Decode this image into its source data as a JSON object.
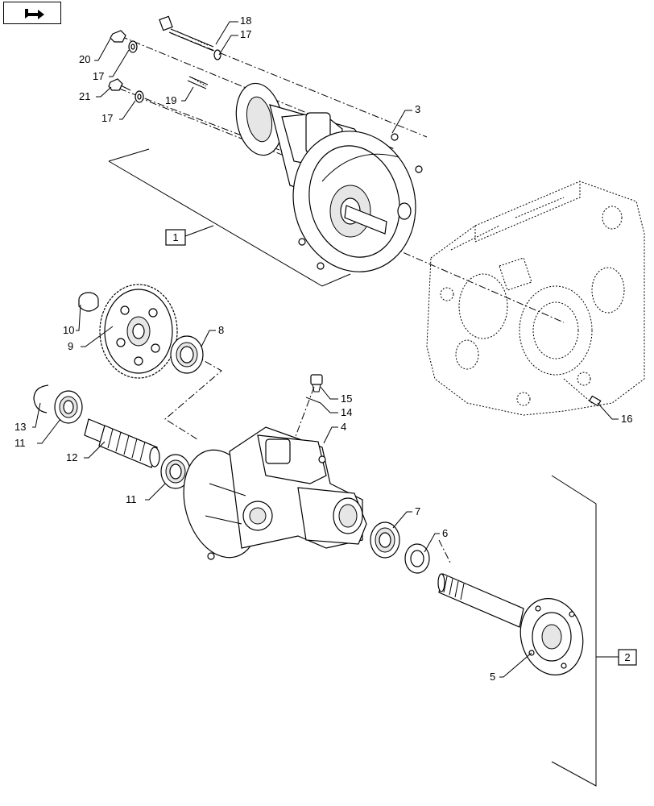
{
  "nav": {
    "icon": "arrow-right-icon"
  },
  "callouts": {
    "c1": "1",
    "c2": "2",
    "c3": "3",
    "c4": "4",
    "c5": "5",
    "c6": "6",
    "c7": "7",
    "c8": "8",
    "c9": "9",
    "c10": "10",
    "c11a": "11",
    "c11b": "11",
    "c12": "12",
    "c13": "13",
    "c14": "14",
    "c15": "15",
    "c16": "16",
    "c17a": "17",
    "c17b": "17",
    "c17c": "17",
    "c18": "18",
    "c19": "19",
    "c20": "20",
    "c21": "21"
  }
}
